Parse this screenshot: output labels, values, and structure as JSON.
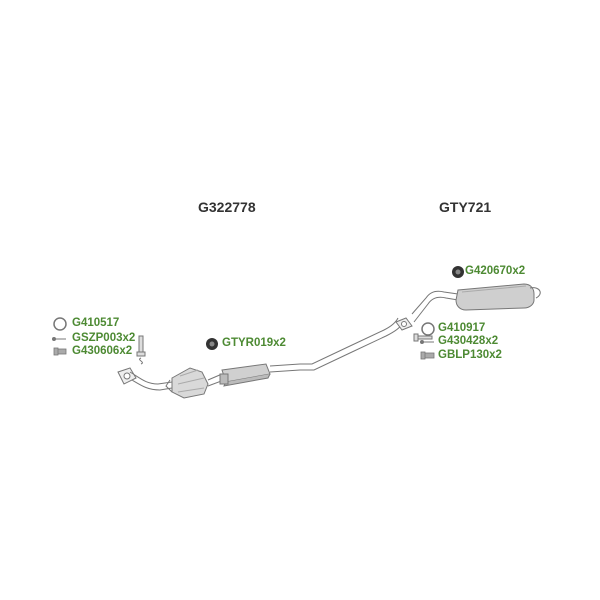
{
  "assemblies": {
    "front": "G322778",
    "rear": "GTY721"
  },
  "parts": {
    "front_ring": "G410517",
    "front_spring": "GSZP003x2",
    "front_bolt": "G430606x2",
    "mid_hanger": "GTYR019x2",
    "rear_hanger": "G420670x2",
    "rear_ring": "G410917",
    "rear_spring": "G430428x2",
    "rear_bolt": "GBLP130x2"
  },
  "colors": {
    "label": "#4d8a33",
    "assembly": "#333333",
    "line": "#777777",
    "fill": "#d9d9d9"
  }
}
